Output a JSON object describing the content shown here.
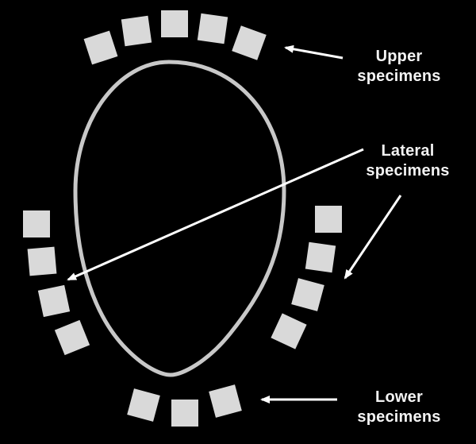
{
  "labels": {
    "upper": {
      "line1": "Upper",
      "line2": "specimens"
    },
    "lateral": {
      "line1": "Lateral",
      "line2": "specimens"
    },
    "lower": {
      "line1": "Lower",
      "line2": "specimens"
    }
  },
  "colors": {
    "background": "#000000",
    "specimen": "#d9d9d9",
    "ring": "#c8c8c8",
    "arrow": "#ffffff",
    "text": "#f2f2f2"
  },
  "specimen_groups": {
    "upper_count": 5,
    "left_count": 4,
    "right_count": 4,
    "lower_count": 3
  }
}
